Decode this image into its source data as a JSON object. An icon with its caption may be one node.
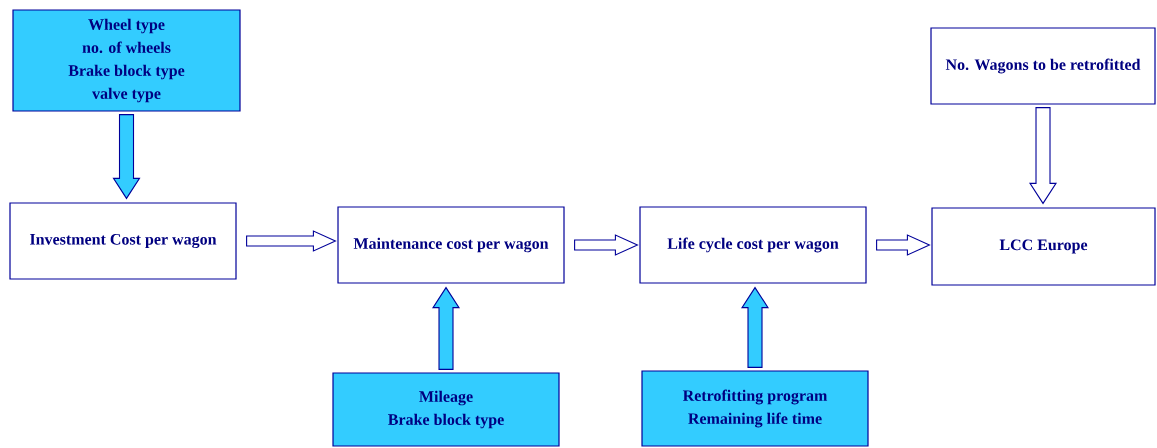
{
  "diagram": {
    "nodes": [
      {
        "text": [
          "Wheel type",
          "no. of wheels",
          "Brake block type",
          "valve type"
        ]
      },
      {
        "text": [
          "Investment Cost per wagon"
        ]
      },
      {
        "text": [
          "Maintenance cost per wagon"
        ]
      },
      {
        "text": [
          "Life cycle cost per wagon"
        ]
      },
      {
        "text": [
          "LCC Europe"
        ]
      },
      {
        "text": [
          "No. Wagons to be retrofitted"
        ]
      },
      {
        "text": [
          "Mileage",
          "Brake block type"
        ]
      },
      {
        "text": [
          "Retrofitting program",
          "Remaining life time"
        ]
      }
    ],
    "edges": [
      {
        "from": 0,
        "to": 1,
        "arrow": "to",
        "color": "#33ccff"
      },
      {
        "from": 1,
        "to": 2,
        "arrow": "to"
      },
      {
        "from": 2,
        "to": 3,
        "arrow": "to"
      },
      {
        "from": 3,
        "to": 4,
        "arrow": "to"
      },
      {
        "from": 5,
        "to": 4,
        "arrow": "to"
      },
      {
        "from": 6,
        "to": 2,
        "arrow": "to",
        "color": "#33ccff"
      },
      {
        "from": 7,
        "to": 3,
        "arrow": "to",
        "color": "#33ccff"
      }
    ]
  }
}
